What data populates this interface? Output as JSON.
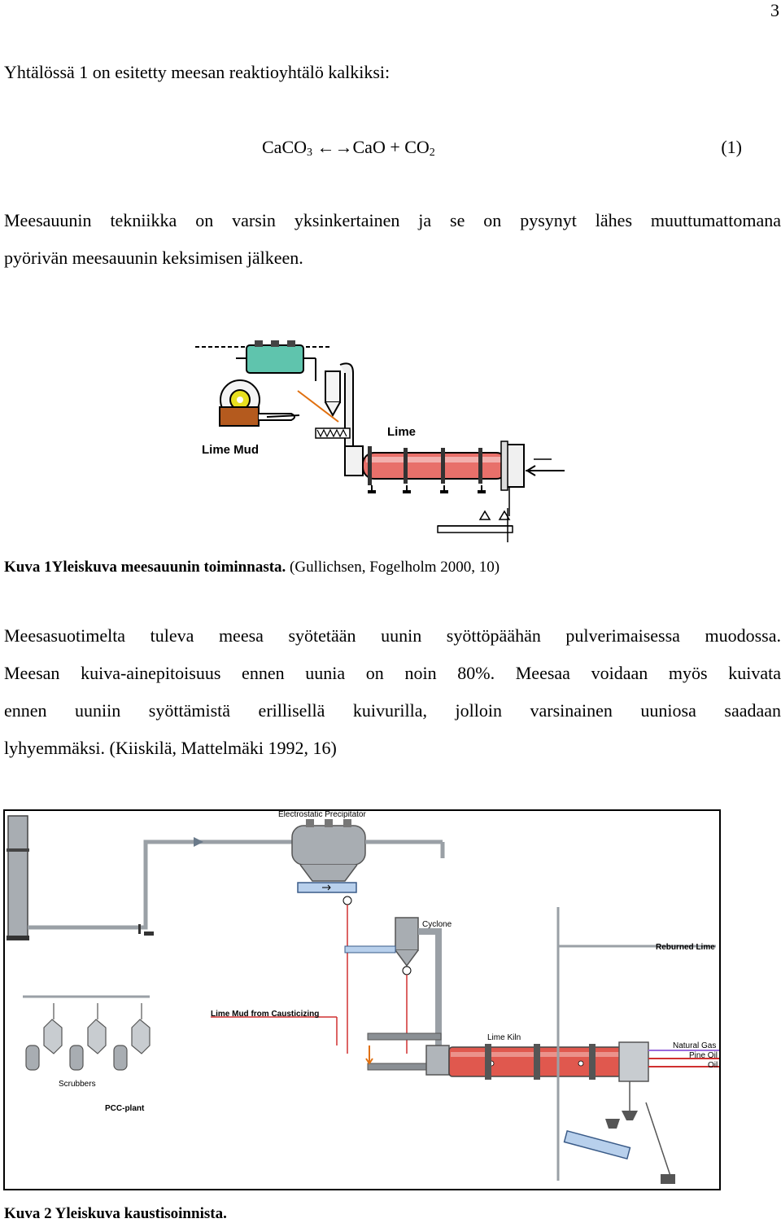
{
  "page_number": "3",
  "intro": "Yhtälössä 1 on esitetty meesan  reaktioyhtälö kalkiksi:",
  "equation": {
    "lhs": "CaCO",
    "lhs_sub": "3",
    "arrow": "←→",
    "rhs1": "CaO + CO",
    "rhs_sub": "2",
    "number": "(1)"
  },
  "para1": {
    "line1": "Meesauunin tekniikka on varsin yksinkertainen ja se on pysynyt lähes muuttumattomana",
    "line2": "pyörivän meesauunin keksimisen jälkeen."
  },
  "figure1": {
    "label_lime_mud": "Lime Mud",
    "label_lime": "Lime",
    "colors": {
      "kiln": "#e8706a",
      "precipitator": "#5fc4ad",
      "mud_box": "#b45a1e",
      "wheel": "#e8e020"
    }
  },
  "caption1": {
    "bold": "Kuva 1Yleiskuva meesauunin toiminnasta.",
    "normal": " (Gullichsen, Fogelholm 2000, 10)"
  },
  "para2": {
    "line1": "Meesasuotimelta tuleva meesa syötetään uunin syöttöpäähän pulverimaisessa muodossa.",
    "line2": "Meesan kuiva-ainepitoisuus ennen uunia on noin 80%. Meesaa voidaan myös kuivata",
    "line3": "ennen uuniin syöttämistä erillisellä kuivurilla, jolloin varsinainen uuniosa saadaan",
    "line4": "lyhyemmäksi. (Kiiskilä, Mattelmäki 1992, 16)"
  },
  "figure2": {
    "electrostatic": "Electrostatic Precipitator",
    "cyclone": "Cyclone",
    "reburned_lime": "Reburned Lime",
    "lime_mud": "Lime Mud from Causticizing",
    "lime_kiln": "Lime Kiln",
    "natural_gas": "Natural Gas",
    "pine_oil": "Pine Oil",
    "oil": "Oil",
    "scrubbers": "Scrubbers",
    "pcc_plant": "PCC-plant",
    "colors": {
      "kiln": "#e0584e",
      "gas_line": "#d03030",
      "pipe": "#9aa0a6"
    }
  },
  "caption2": "Kuva 2 Yleiskuva kaustisoinnista."
}
